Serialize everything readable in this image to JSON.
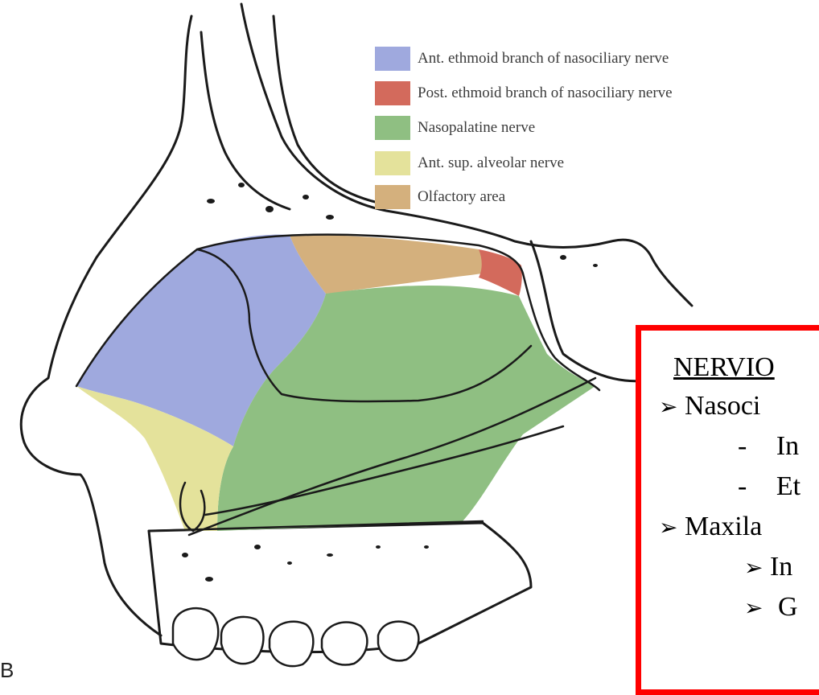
{
  "legend": [
    {
      "label": "Ant. ethmoid branch of nasociliary nerve",
      "color": "#9fa9de"
    },
    {
      "label": "Post. ethmoid branch of nasociliary nerve",
      "color": "#d36a5c"
    },
    {
      "label": "Nasopalatine nerve",
      "color": "#8fbf82"
    },
    {
      "label": "Ant. sup. alveolar nerve",
      "color": "#e4e29b"
    },
    {
      "label": "Olfactory area",
      "color": "#d4b07d"
    }
  ],
  "figure_letter": "B",
  "nerve_box": {
    "title": "NERVIO",
    "border_color": "#ff0000",
    "items": [
      {
        "marker": "➢",
        "text": "Nasoci"
      },
      {
        "marker": "-",
        "text": "In"
      },
      {
        "marker": "-",
        "text": "Et"
      },
      {
        "marker": "➢",
        "text": "Maxila"
      },
      {
        "marker": "➢",
        "text": "In"
      },
      {
        "marker": "➢",
        "text": "G"
      }
    ]
  },
  "region_colors": {
    "ant_ethmoid": "#9fa9de",
    "post_ethmoid": "#d36a5c",
    "nasopalatine": "#8fbf82",
    "ant_sup_alveolar": "#e4e29b",
    "olfactory": "#d4b07d"
  }
}
